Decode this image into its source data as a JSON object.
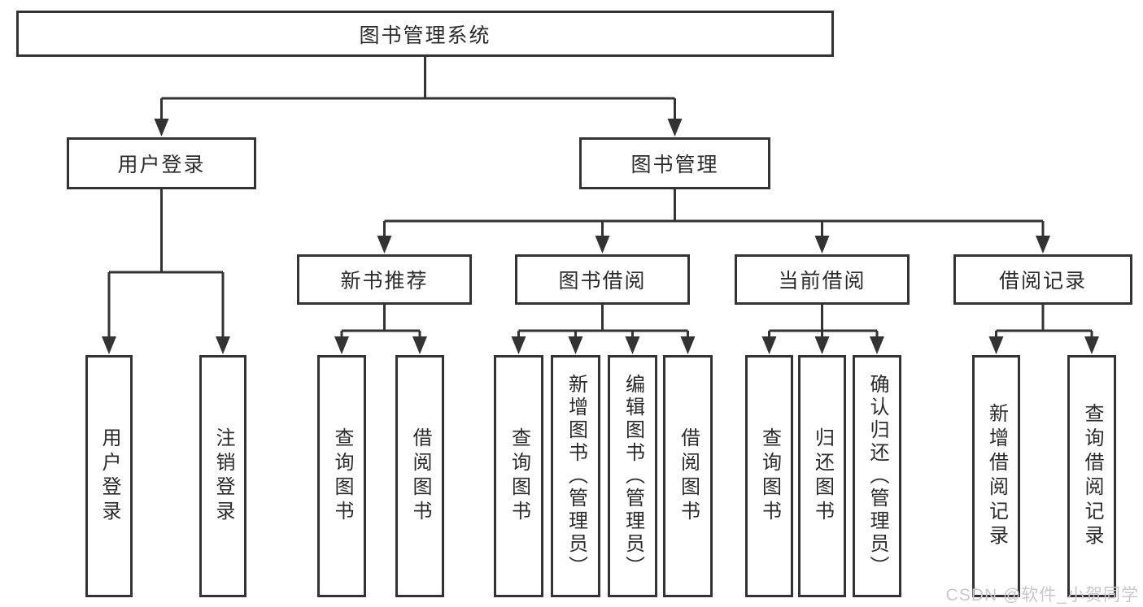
{
  "diagram": {
    "root": {
      "label": "图书管理系统"
    },
    "level2": [
      {
        "label": "用户登录"
      },
      {
        "label": "图书管理"
      }
    ],
    "level3": [
      {
        "label": "新书推荐"
      },
      {
        "label": "图书借阅"
      },
      {
        "label": "当前借阅"
      },
      {
        "label": "借阅记录"
      }
    ],
    "leaves": {
      "user_login": [
        "用户登录",
        "注销登录"
      ],
      "new_book": [
        "查询图书",
        "借阅图书"
      ],
      "book_borrow": [
        "查询图书",
        "新增图书（管理员）",
        "编辑图书（管理员）",
        "借阅图书"
      ],
      "current_borrow": [
        "查询图书",
        "归还图书",
        "确认归还（管理员）"
      ],
      "borrow_record": [
        "新增借阅记录",
        "查询借阅记录"
      ]
    }
  },
  "watermark": {
    "text": "CSDN @软件_小贺同学"
  },
  "colors": {
    "line": "#333333",
    "text": "#2b2b2b",
    "watermark": "#c8c8c8",
    "background": "#ffffff"
  }
}
